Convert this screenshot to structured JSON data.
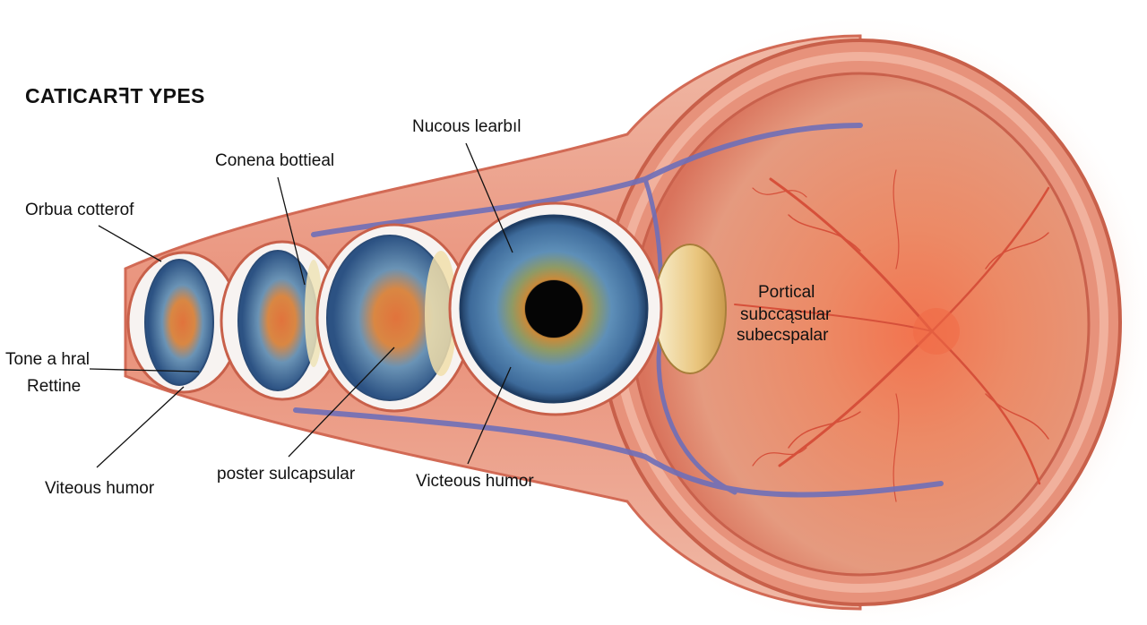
{
  "title": "CATICARꟻT YPES",
  "labels": {
    "orbua": "Orbua cotterof",
    "conena": "Conena bottieal",
    "nucous": "Nucous learbıl",
    "portical": [
      "Portical",
      "subccąsular",
      "subecspalar"
    ],
    "tone": [
      "Tone a hral",
      "Rettine"
    ],
    "viteous": "Viteous humor",
    "poster": "poster sulcapsular",
    "victeous": "Victeous humor"
  },
  "colors": {
    "tissue": "#e8957f",
    "tissue_dark": "#c9614c",
    "retina": "#eb7a5c",
    "iris_blue": "#3f6ea0",
    "iris_amber": "#d98a3a",
    "vein": "#6f6fb8",
    "lens": "#e9c57d",
    "pupil": "#050505"
  }
}
